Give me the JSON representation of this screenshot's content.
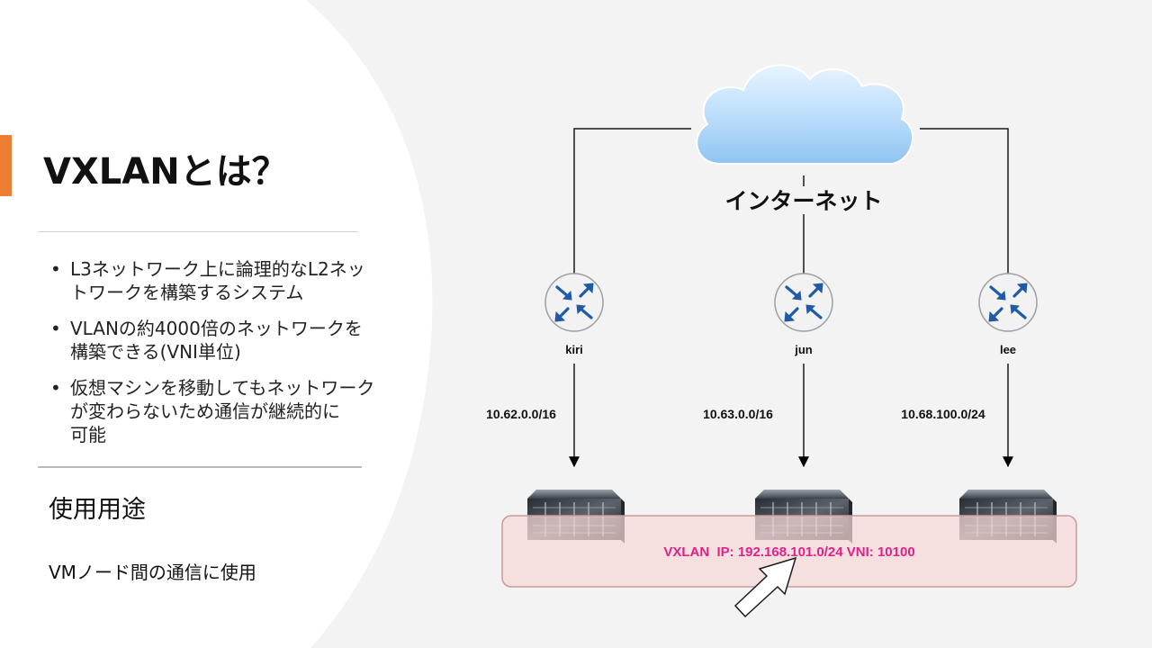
{
  "slide": {
    "title": "VXLANとは？",
    "accent_color": "#ed7d31",
    "bullets": [
      "L3ネットワーク上に論理的なL2ネッ\nトワークを構築するシステム",
      "VLANの約4000倍のネットワークを\n構築できる(VNI単位)",
      "仮想マシンを移動してもネットワーク\nが変わらないため通信が継続的に\n可能"
    ],
    "bullet_symbol": "•",
    "usage_heading": "使用用途",
    "usage_text": "VMノード間の通信に使用"
  },
  "diagram": {
    "internet_label": "インターネット",
    "cloud_icon": "cloud-icon",
    "router_icon": "router-icon",
    "server_icon": "server-icon",
    "routers": [
      {
        "name": "kiri",
        "subnet": "10.62.0.0/16"
      },
      {
        "name": "jun",
        "subnet": "10.63.0.0/16"
      },
      {
        "name": "lee",
        "subnet": "10.68.100.0/24"
      }
    ],
    "vxlan_label": "VXLAN  IP: 192.168.101.0/24 VNI: 10100",
    "vxlan_color": "#e0218a",
    "vxlan_fill": "#f8dede",
    "vxlan_border": "#c99a9a"
  }
}
